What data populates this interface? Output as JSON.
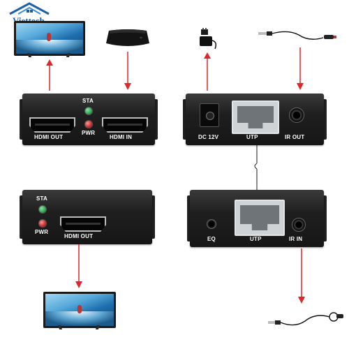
{
  "brand": {
    "logo_text": "Viettech"
  },
  "transmitter": {
    "front": {
      "sta": "STA",
      "pwr": "PWR",
      "hdmi_out": "HDMI OUT",
      "hdmi_in": "HDMI IN"
    },
    "back": {
      "dc": "DC 12V",
      "utp": "UTP",
      "ir_out": "IR OUT"
    }
  },
  "receiver": {
    "front": {
      "sta": "STA",
      "pwr": "PWR",
      "hdmi_out": "HDMI OUT"
    },
    "back": {
      "eq": "EQ",
      "utp": "UTP",
      "ir_in": "IR IN"
    }
  },
  "colors": {
    "arrow": "#e0262b",
    "led_green": "#2fa84f",
    "led_red": "#d12a2a",
    "logo": "#1f5fa8"
  },
  "icons": [
    "tv-icon",
    "media-player-icon",
    "power-adapter-icon",
    "ir-cable-icon",
    "arrow-up-icon",
    "arrow-down-icon"
  ]
}
